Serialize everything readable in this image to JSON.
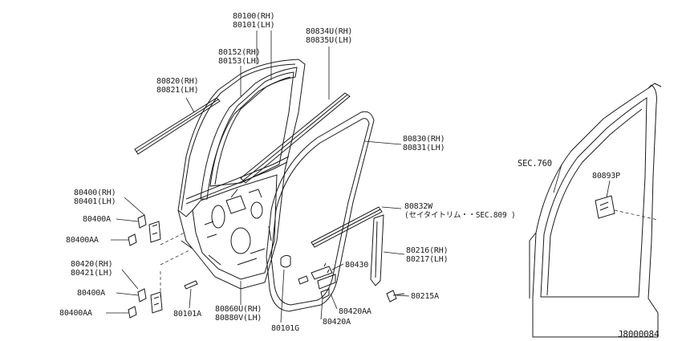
{
  "labels": {
    "l80100": "80100(RH)",
    "l80101": "80101(LH)",
    "l80152": "80152(RH)",
    "l80153": "80153(LH)",
    "l80834": "80834U(RH)",
    "l80835": "80835U(LH)",
    "l80820": "80820(RH)",
    "l80821": "80821(LH)",
    "l80830": "80830(RH)",
    "l80831": "80831(LH)",
    "l80400": "80400(RH)",
    "l80401": "80401(LH)",
    "l80400a_1": "80400A",
    "l80400aa_1": "80400AA",
    "l80832w": "80832W",
    "l80832w_note": "(セイタイトリム・・SEC.809 )",
    "l80216": "80216(RH)",
    "l80217": "80217(LH)",
    "l80430": "80430",
    "l80420": "80420(RH)",
    "l80421": "80421(LH)",
    "l80400a_2": "80400A",
    "l80400aa_2": "80400AA",
    "l80101a": "80101A",
    "l80860": "80860U(RH)",
    "l80880": "80880V(LH)",
    "l80101g": "80101G",
    "l80420a": "80420A",
    "l80420aa": "80420AA",
    "l80215a": "80215A",
    "sec760": "SEC.760",
    "l80893p": "80893P",
    "diagram_code": "J8000084"
  }
}
